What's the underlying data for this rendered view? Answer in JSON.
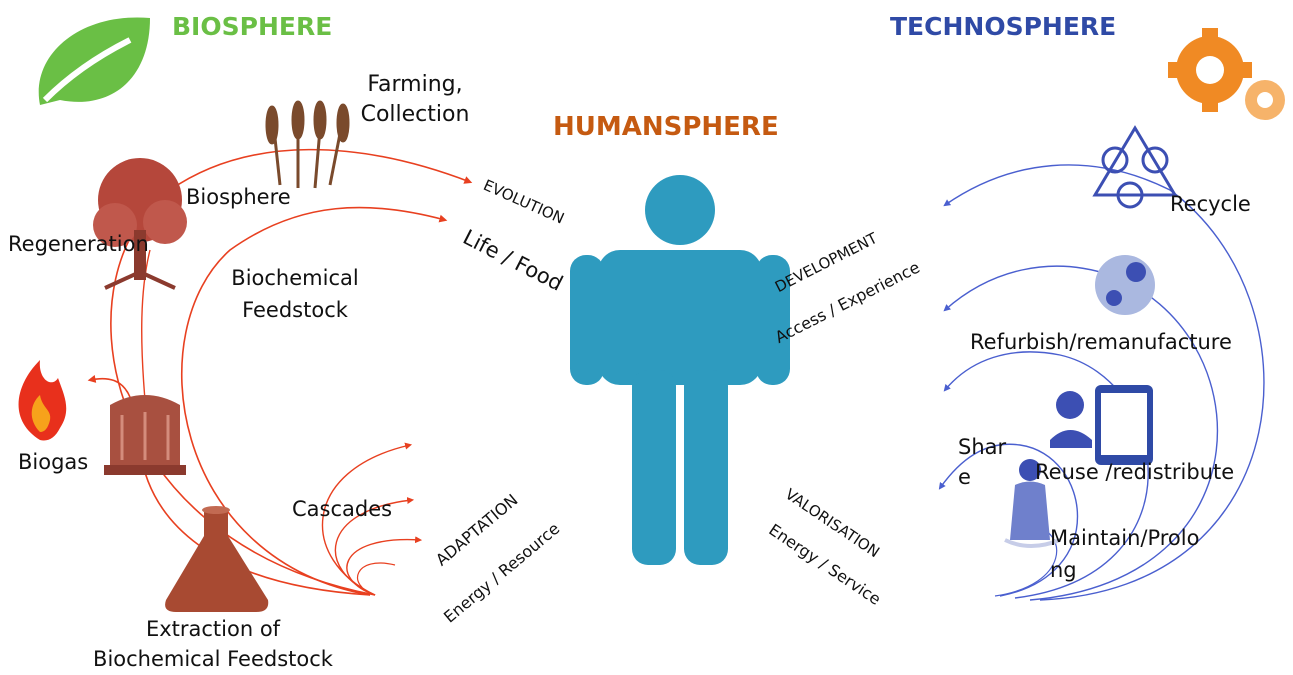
{
  "colors": {
    "biosphere": "#6abf45",
    "technosphere": "#2f4aa6",
    "humansphere": "#c55a11",
    "bio_flow": "#e84020",
    "tech_flow": "#4a5fcf",
    "human_figure": "#2e9bbf",
    "gear": "#f08a24",
    "tree": "#b5473b",
    "wheat": "#7a4a2c",
    "flask": "#a84a32",
    "tank": "#a85040",
    "fire": "#e8301c"
  },
  "headers": {
    "biosphere": "BIOSPHERE",
    "technosphere": "TECHNOSPHERE",
    "humansphere": "HUMANSPHERE"
  },
  "bio_labels": {
    "farming_line1": "Farming,",
    "farming_line2": "Collection",
    "biosphere": "Biosphere",
    "regeneration": "Regeneration",
    "biochem_line1": "Biochemical",
    "biochem_line2": "Feedstock",
    "biogas": "Biogas",
    "cascades": "Cascades",
    "extraction_line1": "Extraction of",
    "extraction_line2": "Biochemical Feedstock"
  },
  "center_labels": {
    "evolution": "EVOLUTION",
    "life_food": "Life / Food",
    "adaptation": "ADAPTATION",
    "energy_resource": "Energy / Resource",
    "development": "DEVELOPMENT",
    "access_experience": "Access / Experience",
    "valorisation": "VALORISATION",
    "energy_service": "Energy / Service"
  },
  "tech_labels": {
    "recycle": "Recycle",
    "refurbish": "Refurbish/remanufacture",
    "reuse": "Reuse /redistribute",
    "share_line1": "Shar",
    "share_line2": "e",
    "maintain_line1": "Maintain/Prolo",
    "maintain_line2": "ng"
  },
  "icons": {
    "leaf": "leaf-icon",
    "gears": "gears-icon",
    "wheat": "wheat-icon",
    "tree": "tree-icon",
    "fire": "fire-icon",
    "tank": "tank-icon",
    "flask": "flask-icon",
    "person": "person-icon",
    "bicycle": "bicycle-recycle-icon",
    "refurbish": "refurbish-gears-icon",
    "phone": "phone-repair-icon",
    "worker": "worker-icon"
  }
}
